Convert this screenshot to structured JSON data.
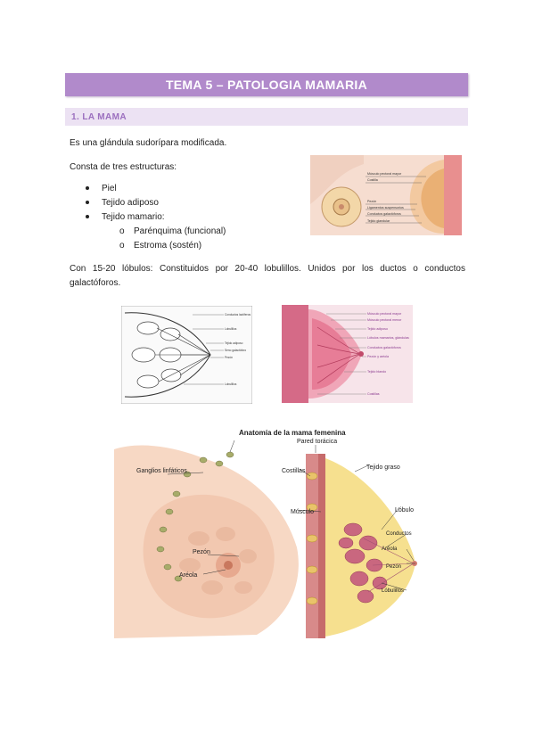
{
  "title": "TEMA 5 – PATOLOGIA MAMARIA",
  "section": {
    "heading": "1. LA MAMA"
  },
  "intro": "Es una glándula sudorípara modificada.",
  "structures_lead": "Consta de tres estructuras:",
  "structures": [
    "Piel",
    "Tejido adiposo",
    "Tejido mamario:"
  ],
  "sub_structures": [
    "Parénquima (funcional)",
    "Estroma (sostén)"
  ],
  "sub_marker": "o",
  "lobules_text": "Con 15-20 lóbulos: Constituidos por 20-40 lobulillos. Unidos por los ductos o conductos galactóforos.",
  "fig1": {
    "labels": [
      "Músculo pectoral mayor",
      "Costilla",
      "Pezón",
      "Ligamentos suspensorios",
      "Conductos galactóforos",
      "Tejido glandular"
    ]
  },
  "fig2": {
    "labels": [
      "Conductos lactíferos",
      "Lobulillos",
      "Tejido adiposo",
      "Seno galactóforo",
      "Pezón",
      "Lobulillos"
    ]
  },
  "fig3": {
    "labels": [
      "Músculo pectoral mayor",
      "Músculo pectoral menor",
      "Tejido adiposo",
      "Lóbulos mamarios, glándulas",
      "Conductos galactóforos",
      "Pezón y aréola",
      "Tejido blando",
      "Costillas"
    ]
  },
  "fig4": {
    "title": "Anatomía de la mama femenina",
    "labels": [
      "Ganglios linfáticos",
      "Pezón",
      "Aréola",
      "Pared torácica",
      "Costillas",
      "Músculo",
      "Tejido graso",
      "Lóbulo",
      "Conductos",
      "Aréola",
      "Pezón",
      "Lóbulillos"
    ]
  }
}
